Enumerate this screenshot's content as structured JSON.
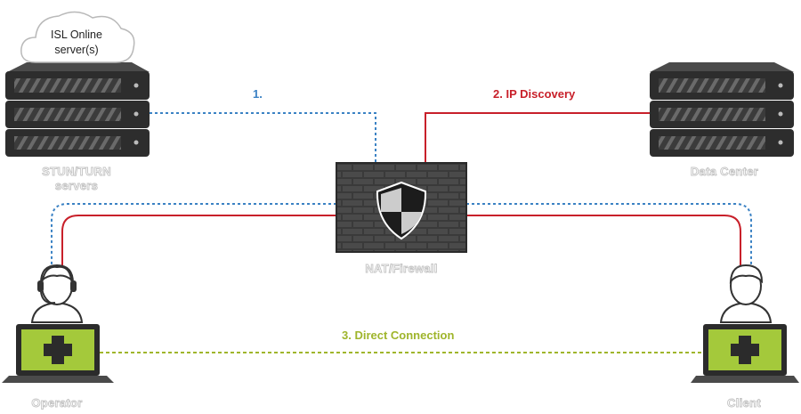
{
  "colors": {
    "blue": "#3b82c4",
    "red": "#c8202a",
    "green": "#9fb52b",
    "screen": "#a4c93b",
    "dark": "#2b2b2b"
  },
  "cloud": {
    "line1": "ISL Online",
    "line2": "server(s)"
  },
  "servers": {
    "stun": {
      "line1": "STUN/TURN",
      "line2": "servers"
    },
    "datacenter": {
      "label": "Data Center"
    }
  },
  "firewall": {
    "label": "NAT/Firewall",
    "icon": "shield-icon"
  },
  "connections": {
    "step1": "1.",
    "step2": "2. IP Discovery",
    "step3": "3. Direct Connection"
  },
  "people": {
    "operator": {
      "label": "Operator",
      "icon": "operator-headset-icon"
    },
    "client": {
      "label": "Client",
      "icon": "client-person-icon"
    }
  }
}
